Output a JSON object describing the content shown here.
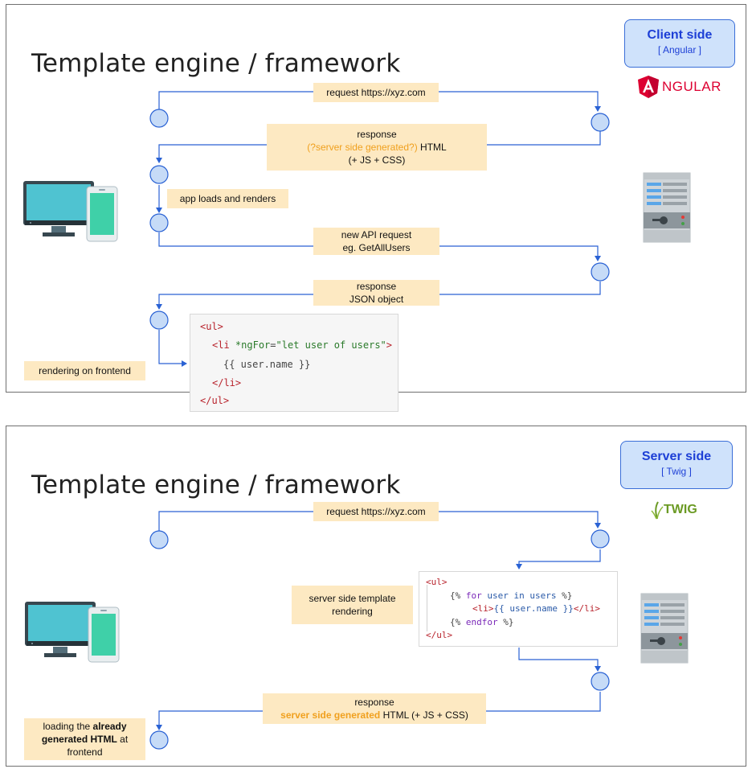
{
  "top": {
    "title": "Template engine / framework",
    "side_box": {
      "title": "Client side",
      "subtitle": "[ Angular ]"
    },
    "logo_text": "NGULAR",
    "labels": {
      "request": "request https://xyz.com",
      "response_1a": "response",
      "response_1b": "(?server side generated?)",
      "response_1c": "HTML",
      "response_1d": "(+ JS + CSS)",
      "app_loads": "app loads and renders",
      "api_1": "new API request",
      "api_2": "eg. GetAllUsers",
      "response_2a": "response",
      "response_2b": "JSON object",
      "rendering": "rendering on frontend"
    },
    "code": {
      "l1": "<ul>",
      "l2_tag": "<li",
      "l2_attr": "*ngFor",
      "l2_eq": "=",
      "l2_val": "\"let user of users\"",
      "l2_end": ">",
      "l3": "{{ user.name }}",
      "l4": "</li>",
      "l5": "</ul>"
    }
  },
  "bottom": {
    "title": "Template engine / framework",
    "side_box": {
      "title": "Server side",
      "subtitle": "[ Twig ]"
    },
    "logo_text": "TWIG",
    "labels": {
      "request": "request https://xyz.com",
      "ssr_1": "server side template",
      "ssr_2": "rendering",
      "response_a": "response",
      "response_b1": "server side generated",
      "response_b2": "HTML (+ JS + CSS)",
      "loading_1": "loading the",
      "loading_2": "already",
      "loading_3": "generated HTML",
      "loading_4": "at",
      "loading_5": "frontend"
    },
    "code": {
      "l1": "<ul>",
      "l2_a": "{%",
      "l2_b": "for",
      "l2_c": "user in users",
      "l2_d": "%}",
      "l3_a": "<li>",
      "l3_b": "{{ user.name }}",
      "l3_c": "</li>",
      "l4_a": "{%",
      "l4_b": "endfor",
      "l4_c": "%}",
      "l5": "</ul>"
    }
  },
  "colors": {
    "flow_line": "#2a62d4",
    "node_fill": "#c6dbf7",
    "label_bg": "#fde9c2",
    "highlight": "#f0a01e",
    "side_box_bg": "#cfe2fb",
    "side_box_text": "#1d3fd6",
    "angular_red": "#dd0031",
    "twig_green": "#6b9a24"
  },
  "icons": [
    "computer-monitor-icon",
    "smartphone-icon",
    "server-icon",
    "angular-logo",
    "twig-logo"
  ]
}
